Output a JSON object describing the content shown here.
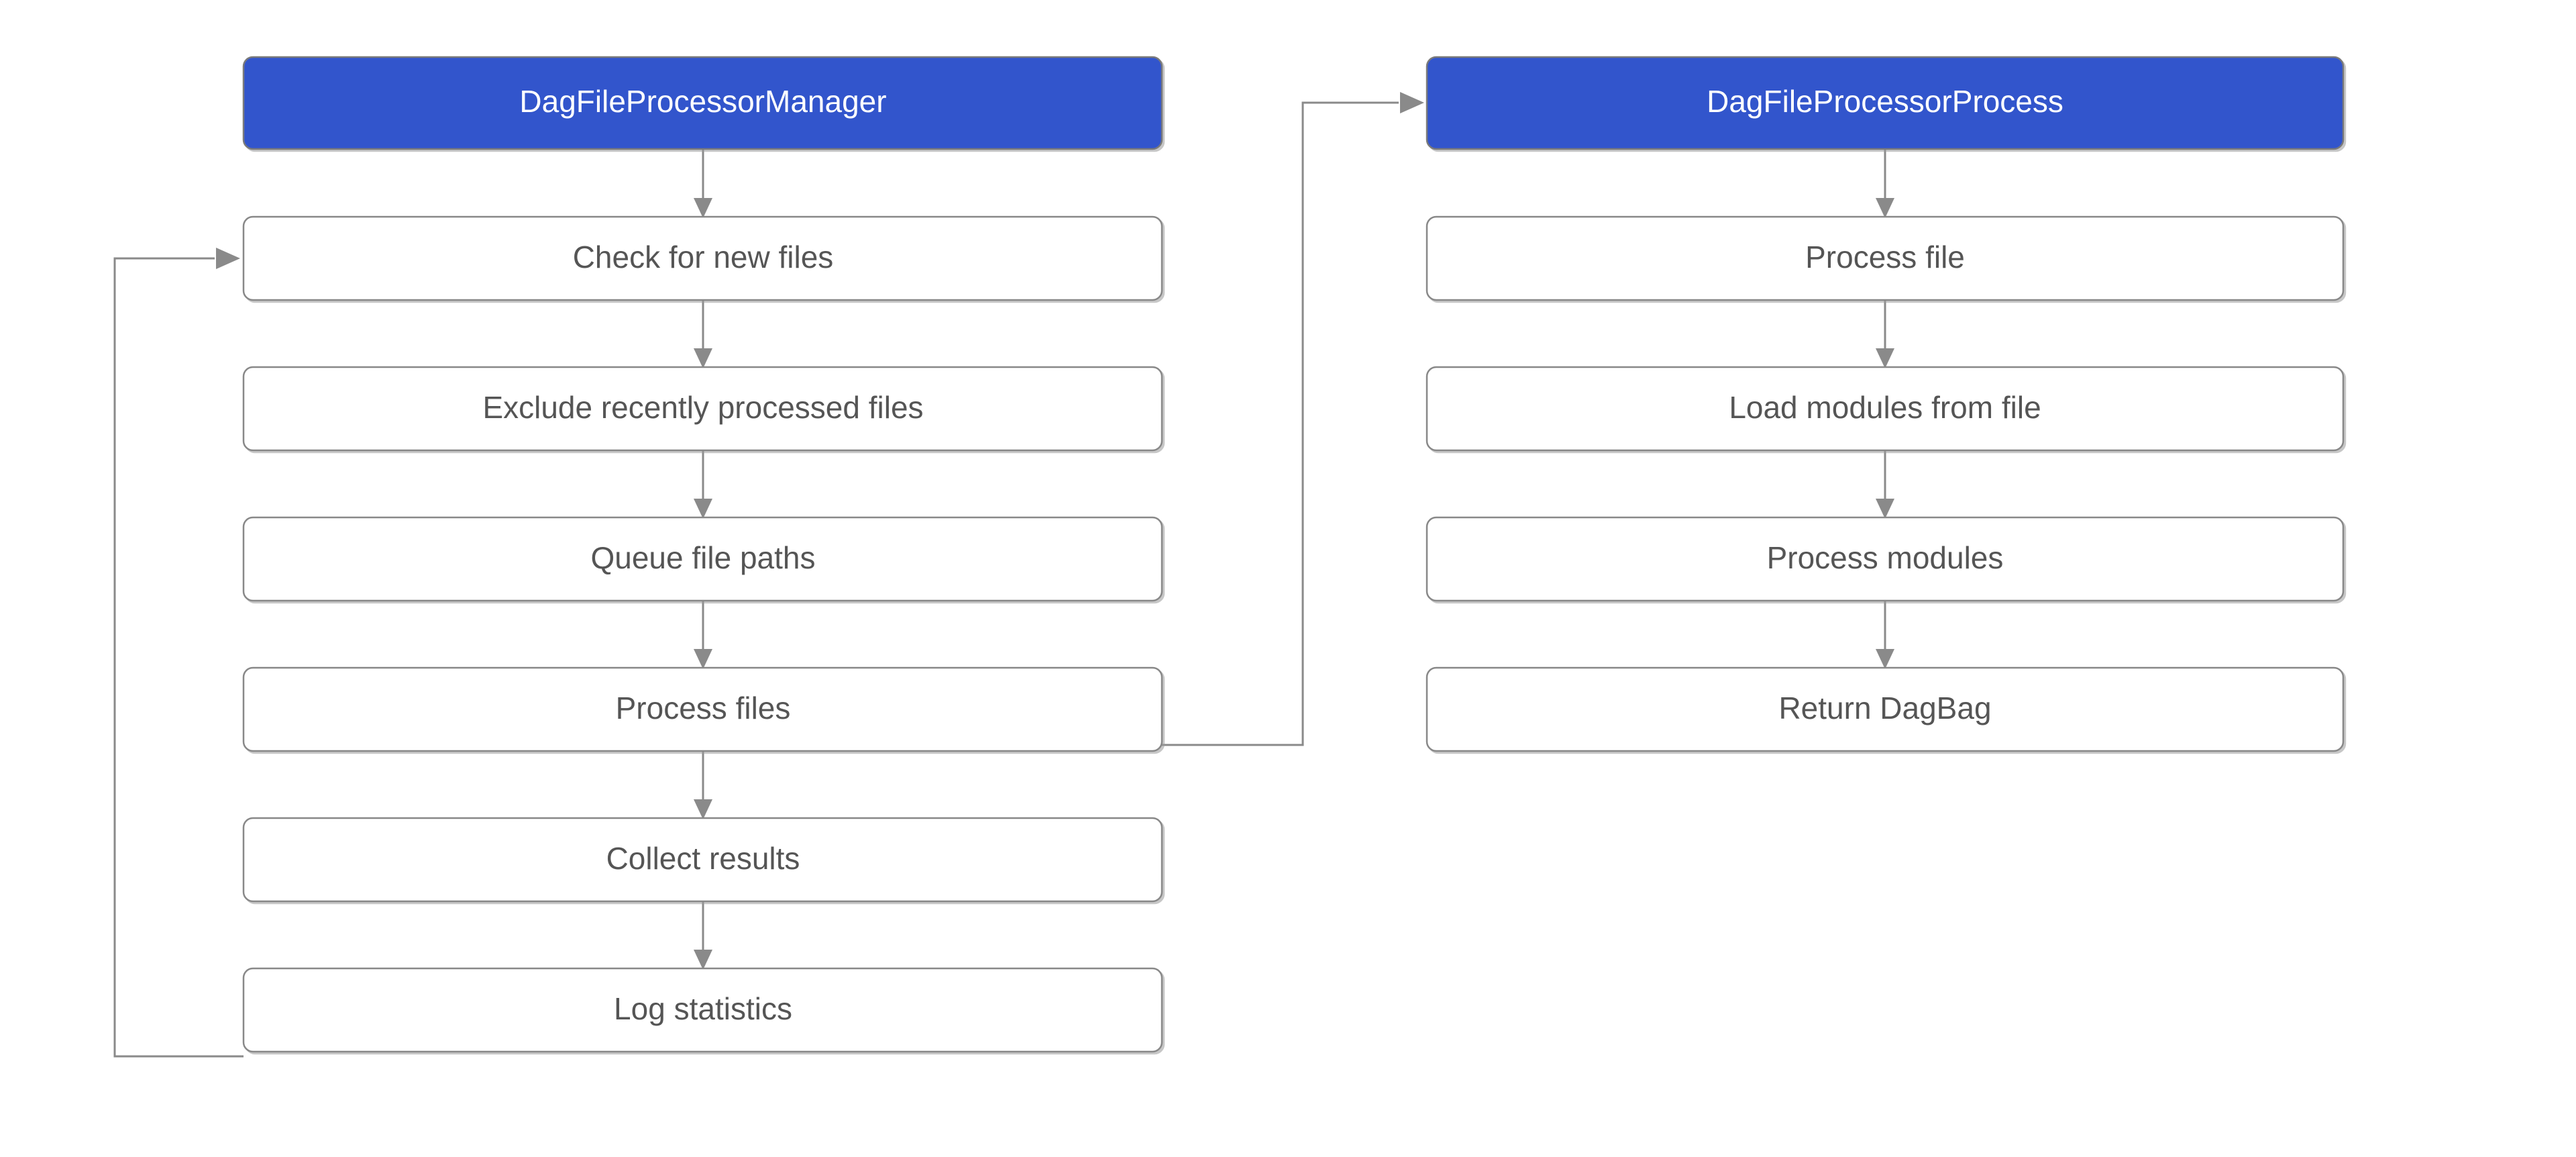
{
  "diagram": {
    "type": "flowchart",
    "background_color": "#ffffff",
    "header_fill_color": "#3355cc",
    "header_text_color": "#ffffff",
    "step_fill_color": "#ffffff",
    "step_border_color": "#888888",
    "step_text_color": "#555555",
    "edge_color": "#8a8a8a",
    "columns": [
      {
        "id": "manager",
        "header": {
          "label": "DagFileProcessorManager"
        },
        "steps": [
          {
            "id": "check-for-new-files",
            "label": "Check for new files"
          },
          {
            "id": "exclude-recently-processed-files",
            "label": "Exclude recently processed files"
          },
          {
            "id": "queue-file-paths",
            "label": "Queue file paths"
          },
          {
            "id": "process-files",
            "label": "Process files"
          },
          {
            "id": "collect-results",
            "label": "Collect results"
          },
          {
            "id": "log-statistics",
            "label": "Log statistics"
          }
        ]
      },
      {
        "id": "processor-process",
        "header": {
          "label": "DagFileProcessorProcess"
        },
        "steps": [
          {
            "id": "process-file",
            "label": "Process file"
          },
          {
            "id": "load-modules-from-file",
            "label": "Load modules from file"
          },
          {
            "id": "process-modules",
            "label": "Process modules"
          },
          {
            "id": "return-dagbag",
            "label": "Return DagBag"
          }
        ]
      }
    ],
    "edges": [
      {
        "id": "manager-to-check",
        "from": "DagFileProcessorManager",
        "to": "Check for new files",
        "kind": "vertical"
      },
      {
        "id": "check-to-exclude",
        "from": "Check for new files",
        "to": "Exclude recently processed files",
        "kind": "vertical"
      },
      {
        "id": "exclude-to-queue",
        "from": "Exclude recently processed files",
        "to": "Queue file paths",
        "kind": "vertical"
      },
      {
        "id": "queue-to-process-files",
        "from": "Queue file paths",
        "to": "Process files",
        "kind": "vertical"
      },
      {
        "id": "process-files-to-collect",
        "from": "Process files",
        "to": "Collect results",
        "kind": "vertical"
      },
      {
        "id": "collect-to-log",
        "from": "Collect results",
        "to": "Log statistics",
        "kind": "vertical"
      },
      {
        "id": "log-to-check-loop",
        "from": "Log statistics",
        "to": "Check for new files",
        "kind": "feedback-loop-left"
      },
      {
        "id": "process-files-to-processor-process",
        "from": "Process files",
        "to": "DagFileProcessorProcess",
        "kind": "cross-column"
      },
      {
        "id": "processor-to-process-file",
        "from": "DagFileProcessorProcess",
        "to": "Process file",
        "kind": "vertical"
      },
      {
        "id": "process-file-to-load-modules",
        "from": "Process file",
        "to": "Load modules from file",
        "kind": "vertical"
      },
      {
        "id": "load-modules-to-process-modules",
        "from": "Load modules from file",
        "to": "Process modules",
        "kind": "vertical"
      },
      {
        "id": "process-modules-to-return-dagbag",
        "from": "Process modules",
        "to": "Return DagBag",
        "kind": "vertical"
      }
    ]
  }
}
